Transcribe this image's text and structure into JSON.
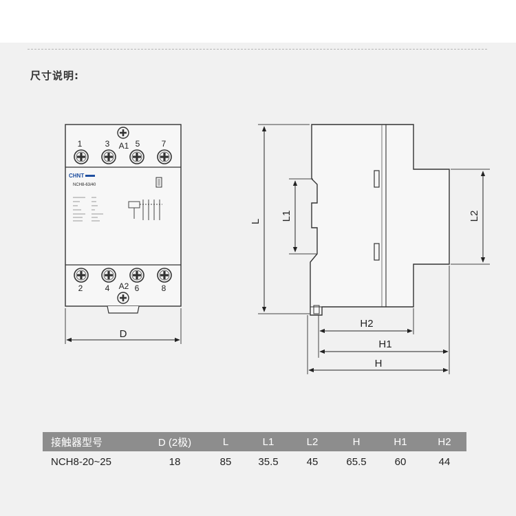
{
  "section_title": "尺寸说明:",
  "front_view": {
    "terminals_top": [
      "1",
      "3",
      "A1",
      "5",
      "7"
    ],
    "terminals_bottom": [
      "2",
      "4",
      "A2",
      "6",
      "8"
    ],
    "brand": "CHNT",
    "model": "NCH8-63/40",
    "dimension_D": "D"
  },
  "side_view": {
    "dimension_labels": [
      "L",
      "L1",
      "L2",
      "H2",
      "H1",
      "H"
    ]
  },
  "table": {
    "headers": [
      "接触器型号",
      "D (2极)",
      "L",
      "L1",
      "L2",
      "H",
      "H1",
      "H2"
    ],
    "rows": [
      [
        "NCH8-20~25",
        "18",
        "85",
        "35.5",
        "45",
        "65.5",
        "60",
        "44"
      ]
    ]
  },
  "colors": {
    "table_header_bg": "#8d8d8d",
    "panel_bg": "#f1f1f1",
    "brand_blue": "#1f4fa0"
  }
}
